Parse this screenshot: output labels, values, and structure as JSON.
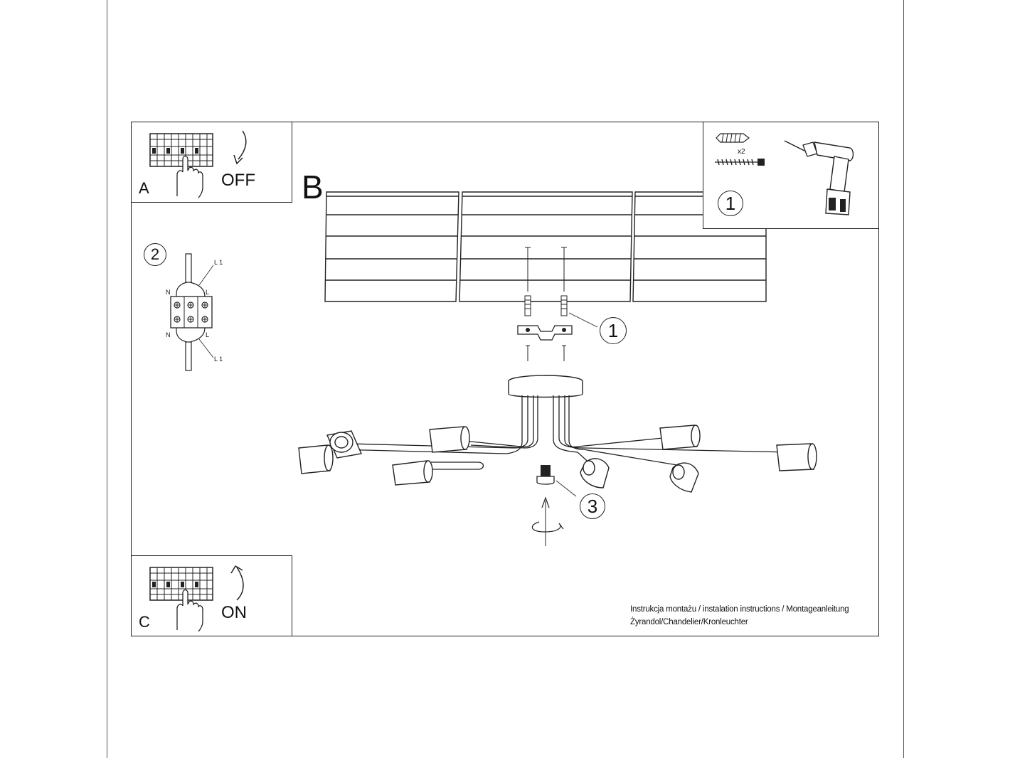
{
  "step_a": {
    "letter": "A",
    "action": "OFF"
  },
  "step_b": {
    "letter": "B"
  },
  "step_c": {
    "letter": "C",
    "action": "ON"
  },
  "kit": {
    "number": "1",
    "quantity": "x2"
  },
  "wiring": {
    "number": "2",
    "labels": {
      "l1_top": "L 1",
      "l_top": "L",
      "n_top": "N",
      "n_bottom": "N",
      "l_bottom": "L",
      "l1_bottom": "L 1"
    }
  },
  "callouts": {
    "bracket": "1",
    "screw": "3"
  },
  "footer": {
    "line1": "Instrukcja montażu / instalation instructions / Montageanleitung",
    "line2": "Żyrandol/Chandelier/Kronleuchter"
  }
}
